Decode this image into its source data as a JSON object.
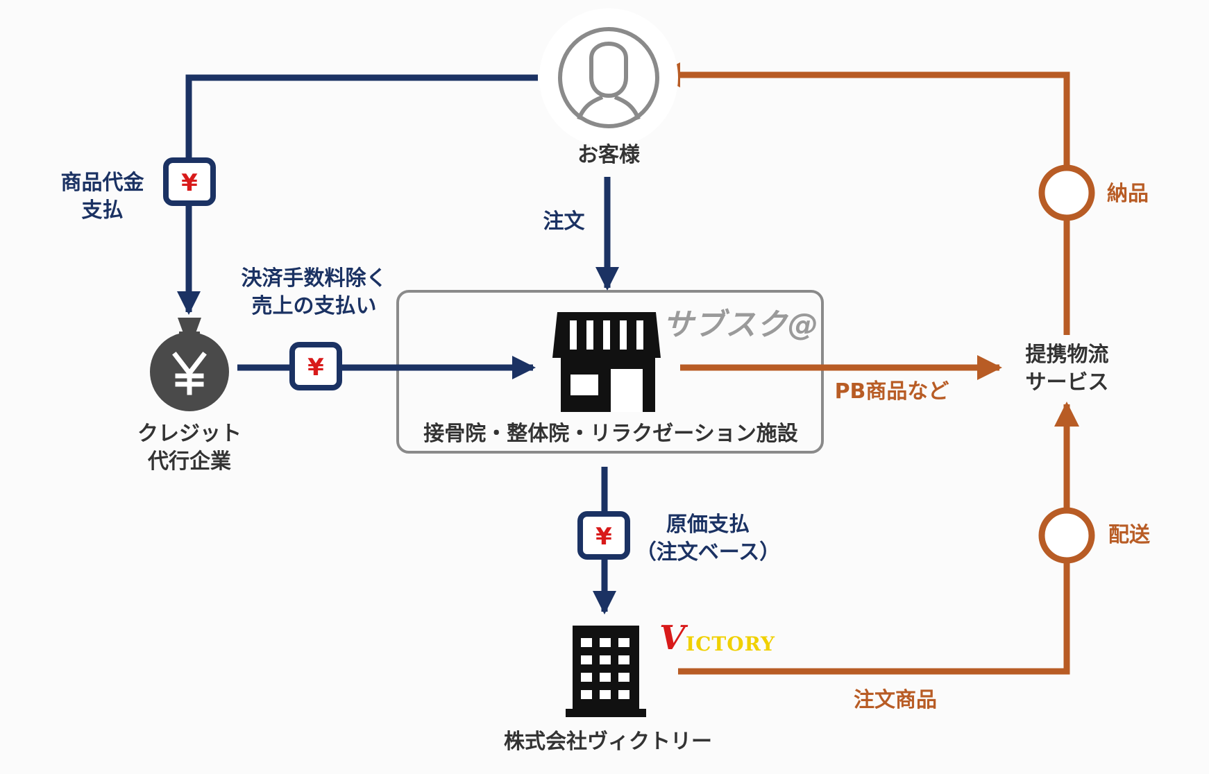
{
  "colors": {
    "navy": "#1b3263",
    "orange": "#b85c25",
    "yen_red": "#d81a1a",
    "dark_text": "#333333",
    "box_border": "#8a8a8a"
  },
  "nodes": {
    "customer": {
      "label": "お客様",
      "icon": "person-icon"
    },
    "store": {
      "label": "接骨院・整体院・リラクゼーション施設",
      "brand": "サブスク@",
      "icon": "storefront-icon"
    },
    "credit": {
      "label_line1": "クレジット",
      "label_line2": "代行企業",
      "icon": "money-bag-icon"
    },
    "logistics": {
      "label_line1": "提携物流",
      "label_line2": "サービス"
    },
    "victory": {
      "label": "株式会社ヴィクトリー",
      "brand_initial": "V",
      "brand_rest": "ICTORY",
      "icon": "office-building-icon"
    }
  },
  "flows": {
    "product_payment": {
      "line1": "商品代金",
      "line2": "支払"
    },
    "order": {
      "label": "注文"
    },
    "sales_payment": {
      "line1": "決済手数料除く",
      "line2": "売上の支払い"
    },
    "pb_products": {
      "label": "PB商品など"
    },
    "cost_payment": {
      "line1": "原価支払",
      "line2": "（注文ベース）"
    },
    "delivery_to_customer": {
      "label": "納品"
    },
    "shipping": {
      "label": "配送"
    },
    "ordered_products": {
      "label": "注文商品"
    }
  },
  "yen_symbol": "¥"
}
